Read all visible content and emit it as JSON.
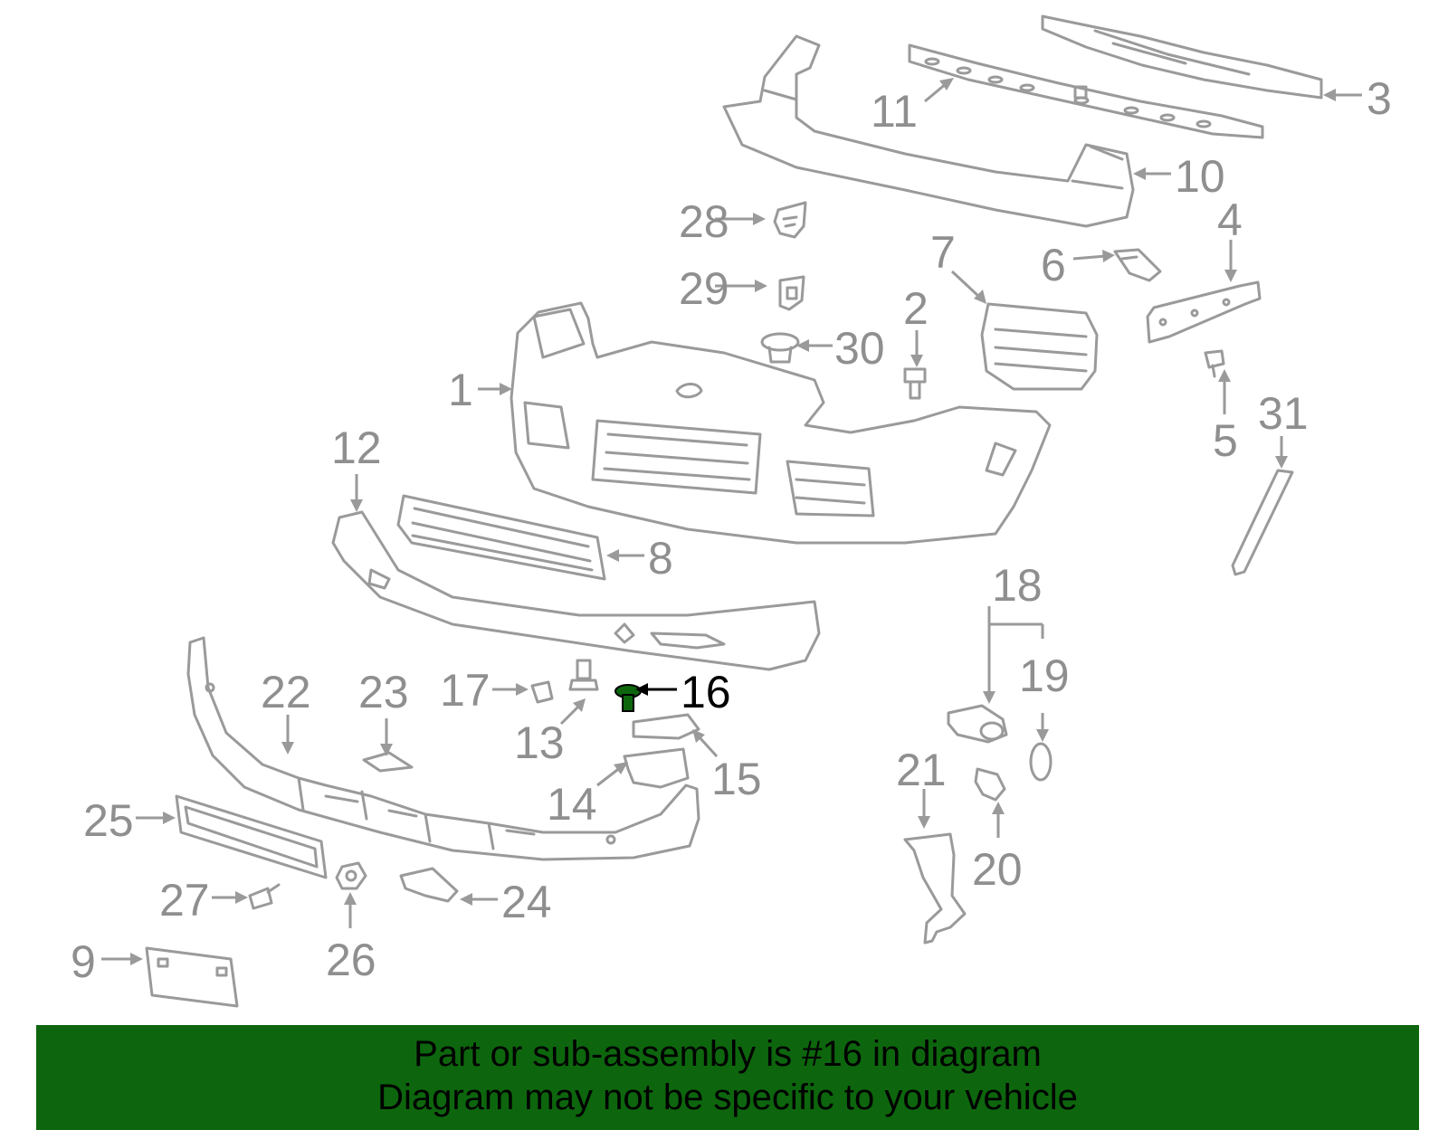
{
  "callouts": [
    {
      "num": "1",
      "highlight": false
    },
    {
      "num": "2",
      "highlight": false
    },
    {
      "num": "3",
      "highlight": false
    },
    {
      "num": "4",
      "highlight": false
    },
    {
      "num": "5",
      "highlight": false
    },
    {
      "num": "6",
      "highlight": false
    },
    {
      "num": "7",
      "highlight": false
    },
    {
      "num": "8",
      "highlight": false
    },
    {
      "num": "9",
      "highlight": false
    },
    {
      "num": "10",
      "highlight": false
    },
    {
      "num": "11",
      "highlight": false
    },
    {
      "num": "12",
      "highlight": false
    },
    {
      "num": "13",
      "highlight": false
    },
    {
      "num": "14",
      "highlight": false
    },
    {
      "num": "15",
      "highlight": false
    },
    {
      "num": "16",
      "highlight": true
    },
    {
      "num": "17",
      "highlight": false
    },
    {
      "num": "18",
      "highlight": false
    },
    {
      "num": "19",
      "highlight": false
    },
    {
      "num": "20",
      "highlight": false
    },
    {
      "num": "21",
      "highlight": false
    },
    {
      "num": "22",
      "highlight": false
    },
    {
      "num": "23",
      "highlight": false
    },
    {
      "num": "24",
      "highlight": false
    },
    {
      "num": "25",
      "highlight": false
    },
    {
      "num": "26",
      "highlight": false
    },
    {
      "num": "27",
      "highlight": false
    },
    {
      "num": "28",
      "highlight": false
    },
    {
      "num": "29",
      "highlight": false
    },
    {
      "num": "30",
      "highlight": false
    },
    {
      "num": "31",
      "highlight": false
    }
  ],
  "banner": {
    "line1": "Part or sub-assembly is #16 in diagram",
    "line2": "Diagram may not be specific to your vehicle",
    "background": "#0d660d"
  },
  "colors": {
    "line_art": "#9a9a9a",
    "callout_text": "#8f8f8f",
    "highlight": "#000000",
    "highlight_part": "#0d660d"
  }
}
